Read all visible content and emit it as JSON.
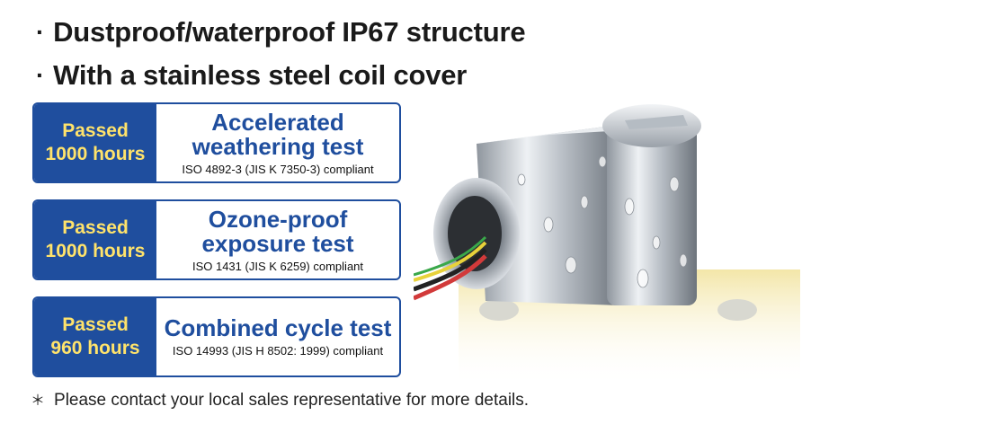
{
  "bullets": [
    "Dustproof/waterproof IP67 structure",
    "With a stainless steel coil cover"
  ],
  "bullet_mark": "·",
  "cards": [
    {
      "badge_line1": "Passed",
      "badge_line2": "1000 hours",
      "title_line1": "Accelerated",
      "title_line2": "weathering test",
      "standard": "ISO 4892-3 (JIS K 7350-3) compliant"
    },
    {
      "badge_line1": "Passed",
      "badge_line2": "1000 hours",
      "title_line1": "Ozone-proof",
      "title_line2": "exposure test",
      "standard": "ISO 1431 (JIS K 6259) compliant"
    },
    {
      "badge_line1": "Passed",
      "badge_line2": "960 hours",
      "title_line1": "Combined cycle test",
      "title_line2": "",
      "standard": "ISO 14993 (JIS H 8502: 1999) compliant"
    }
  ],
  "note": {
    "mark": "＊",
    "text": "Please contact your local sales representative for more details."
  },
  "colors": {
    "accent": "#1f4e9e",
    "badge_text": "#ffe36b",
    "brass": "#e8d58c",
    "steel": "#c9ced4"
  }
}
